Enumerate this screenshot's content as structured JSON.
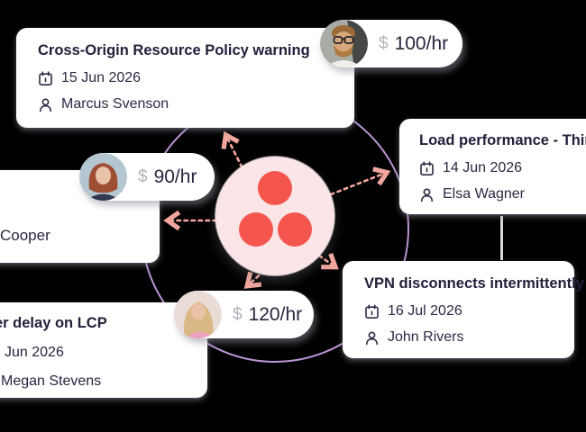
{
  "brand": {
    "accent_dot_color": "#F4564E",
    "hub_bg_color": "#FBE5E7",
    "orbit_color": "#CBA2E6",
    "arrow_color": "#F2A79E"
  },
  "cards": {
    "top_left": {
      "title": "Cross-Origin Resource Policy warning",
      "date": "15 Jun 2026",
      "assignee": "Marcus Svenson"
    },
    "right": {
      "title": "Load performance - Third-pa",
      "date": "14 Jun 2026",
      "assignee": "Elsa Wagner"
    },
    "bottom_right": {
      "title": "VPN disconnects intermittently",
      "date": "16 Jul 2026",
      "assignee": "John Rivers"
    },
    "bottom_left": {
      "title": "er delay on LCP",
      "date": "Jun 2026",
      "assignee": "Megan Stevens"
    },
    "left": {
      "assignee": "Cooper"
    }
  },
  "rates": {
    "top": {
      "currency": "$",
      "amount": "100/hr"
    },
    "left": {
      "currency": "$",
      "amount": "90/hr"
    },
    "bottom": {
      "currency": "$",
      "amount": "120/hr"
    }
  }
}
